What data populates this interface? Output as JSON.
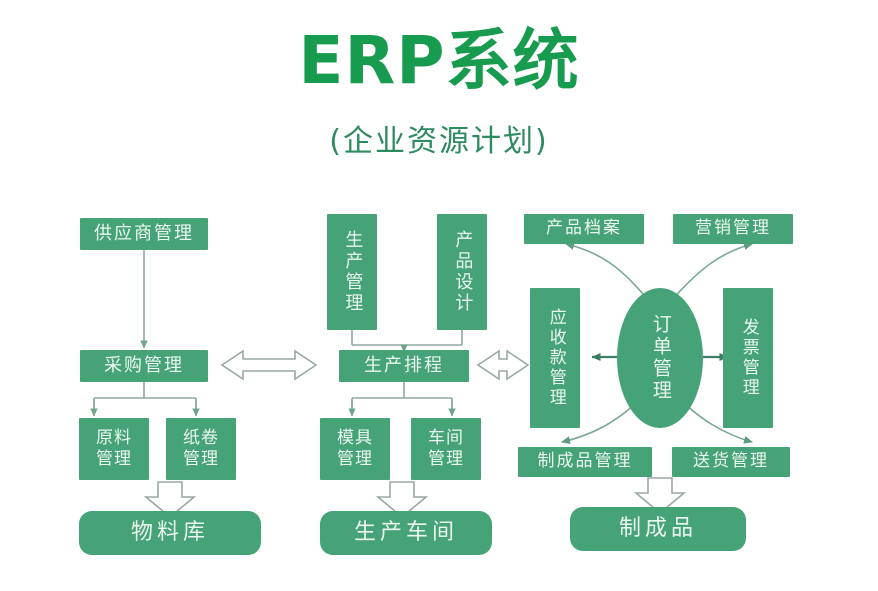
{
  "header": {
    "title": "ERP系统",
    "subtitle": "(企业资源计划)"
  },
  "colors": {
    "box_fill": "#45A377",
    "box_text": "#EAF7EF",
    "title_green": "#179B4E",
    "subtitle_green": "#2E8B60",
    "connector_line": "#8FA8A0",
    "hollow_arrow_stroke": "#9AA8A4",
    "background": "#FFFFFF"
  },
  "nodes": {
    "supplier_mgmt": "供应商管理",
    "procurement_mgmt": "采购管理",
    "raw_material_mgmt": "原料管理",
    "paper_roll_mgmt": "纸卷管理",
    "material_warehouse": "物料库",
    "production_mgmt": "生产管理",
    "product_design": "产品设计",
    "production_scheduling": "生产排程",
    "mold_mgmt": "模具管理",
    "workshop_mgmt": "车间管理",
    "production_workshop": "生产车间",
    "product_archive": "产品档案",
    "marketing_mgmt": "营销管理",
    "receivables_mgmt": "应收款管理",
    "order_mgmt": "订单管理",
    "invoice_mgmt": "发票管理",
    "finished_goods_mgmt": "制成品管理",
    "delivery_mgmt": "送货管理",
    "finished_products": "制成品"
  },
  "vertical_nodes": {
    "production_mgmt": "生产管理",
    "product_design": "产品设计",
    "mold_mgmt_l1": "模具",
    "mold_mgmt_l2": "管理",
    "workshop_mgmt_l1": "车间",
    "workshop_mgmt_l2": "管理",
    "raw_material_l1": "原料",
    "raw_material_l2": "管理",
    "paper_roll_l1": "纸卷",
    "paper_roll_l2": "管理",
    "receivables_mgmt": "应收款管理",
    "order_mgmt": "订单管理",
    "invoice_mgmt": "发票管理"
  },
  "connectors": [
    {
      "name": "supplier-to-procurement",
      "type": "straight-arrow-down"
    },
    {
      "name": "procurement-to-raw-material",
      "type": "fork-arrow-down"
    },
    {
      "name": "procurement-to-paper-roll",
      "type": "fork-arrow-down"
    },
    {
      "name": "raw-paper-to-warehouse",
      "type": "hollow-block-arrow-down"
    },
    {
      "name": "production-design-to-scheduling",
      "type": "merge-arrow-down"
    },
    {
      "name": "scheduling-to-mold",
      "type": "fork-arrow-down"
    },
    {
      "name": "scheduling-to-workshop",
      "type": "fork-arrow-down"
    },
    {
      "name": "mold-workshop-to-production-workshop",
      "type": "hollow-block-arrow-down"
    },
    {
      "name": "procurement-scheduling-bidirectional",
      "type": "hollow-double-arrow-horizontal"
    },
    {
      "name": "scheduling-receivables-bidirectional",
      "type": "hollow-double-arrow-horizontal"
    },
    {
      "name": "order-to-receivables",
      "type": "solid-arrow-left"
    },
    {
      "name": "order-to-invoice",
      "type": "solid-arrow-right"
    },
    {
      "name": "order-to-product-archive",
      "type": "curved-arrow-up-left"
    },
    {
      "name": "order-to-marketing",
      "type": "curved-arrow-up-right"
    },
    {
      "name": "order-to-finished-goods",
      "type": "curved-arrow-down-left"
    },
    {
      "name": "order-to-delivery",
      "type": "curved-arrow-down-right"
    },
    {
      "name": "finished-delivery-to-products",
      "type": "hollow-block-arrow-down"
    }
  ]
}
